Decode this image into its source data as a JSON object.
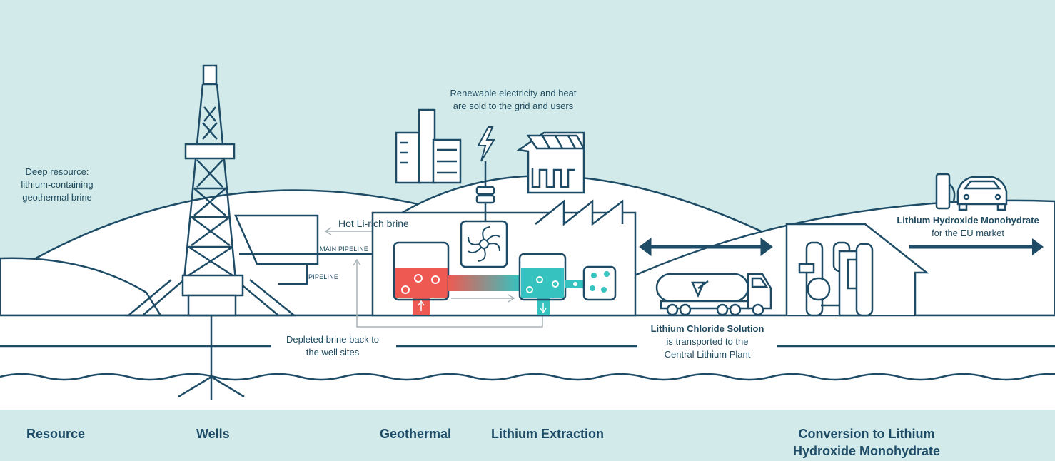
{
  "labels": {
    "deep_resource": [
      "Deep resource:",
      "lithium-containing",
      "geothermal brine"
    ],
    "renewable": [
      "Renewable electricity and heat",
      "are sold to the grid and users"
    ],
    "hot_brine": "Hot Li-rich brine",
    "main_pipeline": "MAIN PIPELINE",
    "pipeline": "PIPELINE",
    "depleted_brine": [
      "Depleted brine back to",
      "the well sites"
    ],
    "licl_title": "Lithium Chloride Solution",
    "licl_sub": [
      "is transported to the",
      "Central Lithium Plant"
    ],
    "lioh_title": "Lithium Hydroxide Monohydrate",
    "lioh_sub": "for the EU market"
  },
  "stages": [
    "Resource",
    "Wells",
    "Geothermal",
    "Lithium Extraction",
    "Conversion to Lithium",
    "Hydroxide Monohydrate"
  ],
  "colors": {
    "background": "#d2ebea",
    "ground": "#ffffff",
    "line": "#1e4c66",
    "hot_brine": "#ee5a52",
    "cool_brine": "#36c2bf",
    "arrow_grey": "#a8b3b7"
  },
  "icons": [
    "drilling-rig-icon",
    "city-buildings-icon",
    "lightning-icon",
    "house-solar-icon",
    "turbine-fan-icon",
    "factory-icon",
    "tanker-truck-icon",
    "conversion-plant-icon",
    "ev-charger-icon",
    "electric-car-icon"
  ]
}
